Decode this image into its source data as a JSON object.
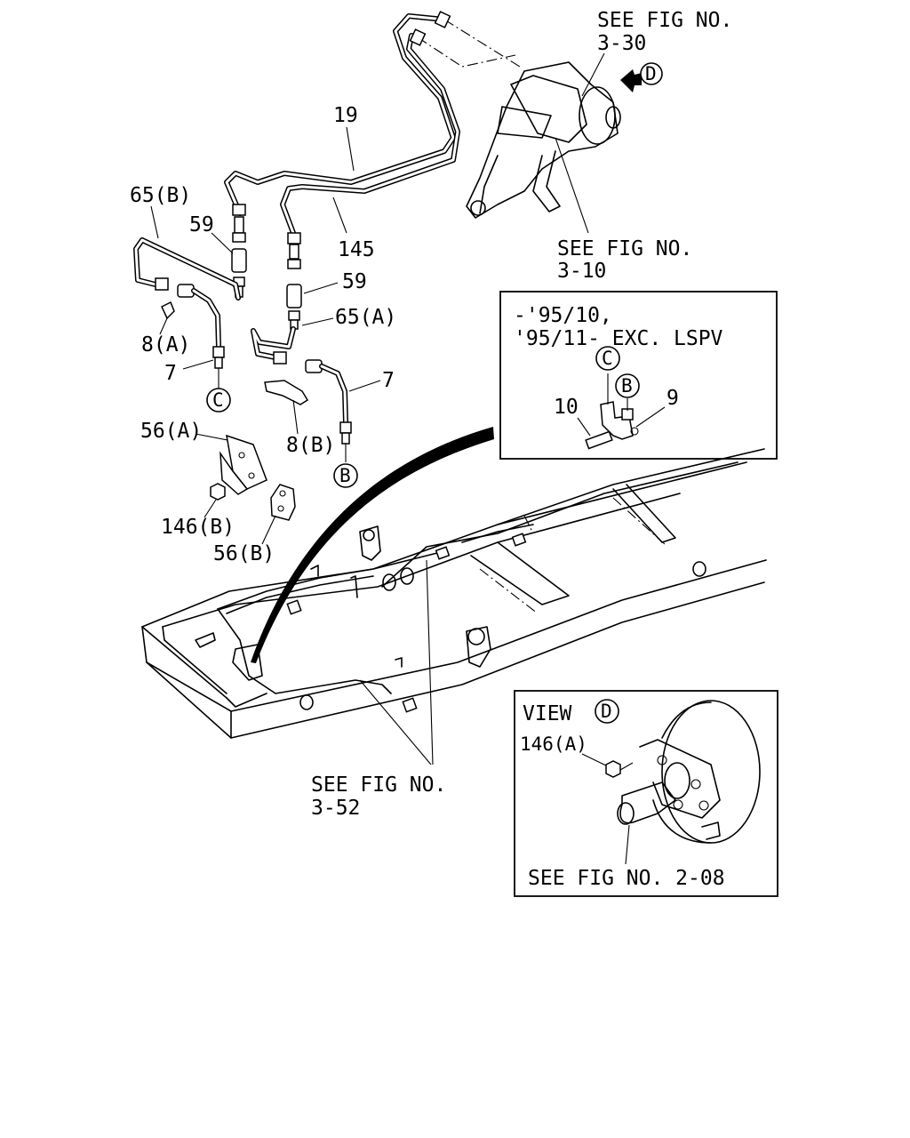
{
  "labels": {
    "see_3_30_a": "SEE FIG NO.",
    "see_3_30_b": "3-30",
    "see_3_10_a": "SEE FIG NO.",
    "see_3_10_b": "3-10",
    "see_3_52_a": "SEE FIG NO.",
    "see_3_52_b": "3-52",
    "p19": "19",
    "p145": "145",
    "p65b": "65(B)",
    "p59_left": "59",
    "p59_right": "59",
    "p65a": "65(A)",
    "p8a": "8(A)",
    "p7_left": "7",
    "p7_right": "7",
    "p8b": "8(B)",
    "p56a": "56(A)",
    "p146b": "146(B)",
    "p56b": "56(B)"
  },
  "callouts": {
    "C": "C",
    "B": "B",
    "D": "D"
  },
  "inset_lspv": {
    "line1": "-'95/10,",
    "line2": "'95/11- EXC. LSPV",
    "p10": "10",
    "p9": "9",
    "c": "C",
    "b": "B"
  },
  "inset_view": {
    "title": "VIEW",
    "d": "D",
    "p146a": "146(A)",
    "see": "SEE FIG NO. 2-08"
  }
}
